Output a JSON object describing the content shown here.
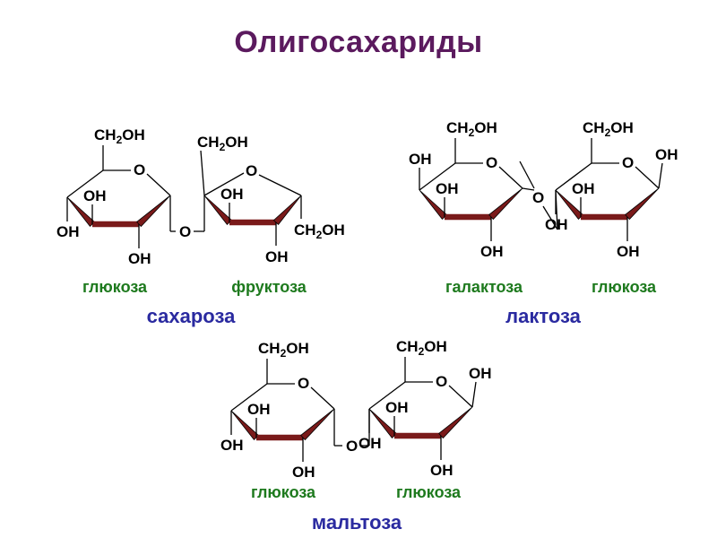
{
  "title": "Олигосахариды",
  "colors": {
    "title": "#5b1a5e",
    "bond": "#7a1a1a",
    "monosaccharide_label": "#1e7a1e",
    "disaccharide_label": "#2a2aa0"
  },
  "atoms": {
    "ring_oxygen": "O",
    "bridge_oxygen": "O",
    "hydroxyl": "OH",
    "hydroxymethyl_prefix": "CH",
    "hydroxymethyl_subscript": "2",
    "hydroxymethyl_suffix": "OH"
  },
  "disaccharides": [
    {
      "name": "сахароза",
      "units": [
        "глюкоза",
        "фруктоза"
      ]
    },
    {
      "name": "лактоза",
      "units": [
        "галактоза",
        "глюкоза"
      ]
    },
    {
      "name": "мальтоза",
      "units": [
        "глюкоза",
        "глюкоза"
      ]
    }
  ]
}
